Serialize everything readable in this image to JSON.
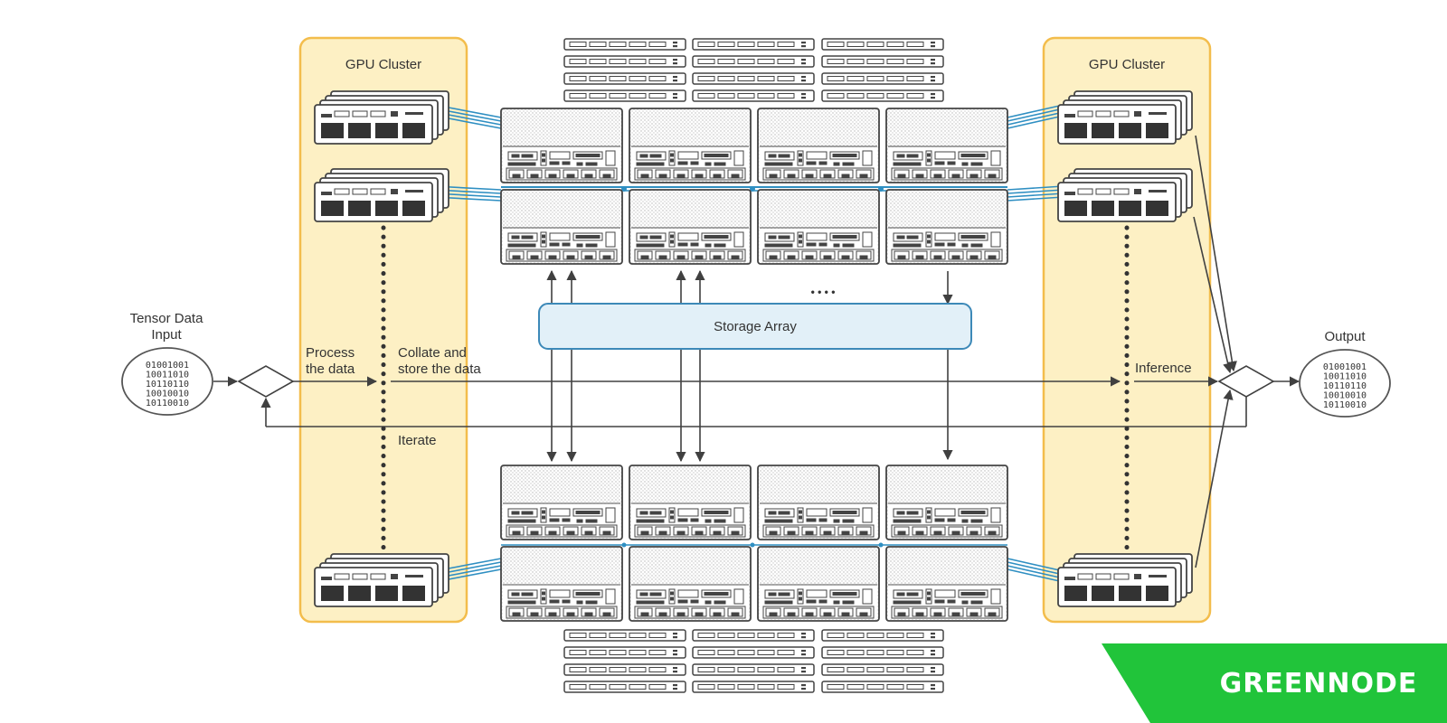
{
  "diagram": {
    "left_cluster_title": "GPU Cluster",
    "right_cluster_title": "GPU Cluster",
    "storage_label": "Storage Array",
    "input_label_line1": "Tensor Data",
    "input_label_line2": "Input",
    "output_label": "Output",
    "binary_lines": [
      "01001001",
      "10011010",
      "10110110",
      "10010010",
      "10110010"
    ],
    "process_line1": "Process",
    "process_line2": "the data",
    "collate_line1": "Collate and",
    "collate_line2": "store the data",
    "iterate_label": "Iterate",
    "inference_label": "Inference",
    "ellipsis": "• • • •"
  },
  "brand": {
    "logo_text": "GREENNODE",
    "logo_color": "#21c43a"
  },
  "colors": {
    "cluster_fill": "#fdf0c4",
    "cluster_stroke": "#f3bd4c",
    "storage_fill": "#e2f0f8",
    "storage_stroke": "#3d89b8",
    "link_color": "#2f8fc2",
    "line_color": "#404040"
  }
}
